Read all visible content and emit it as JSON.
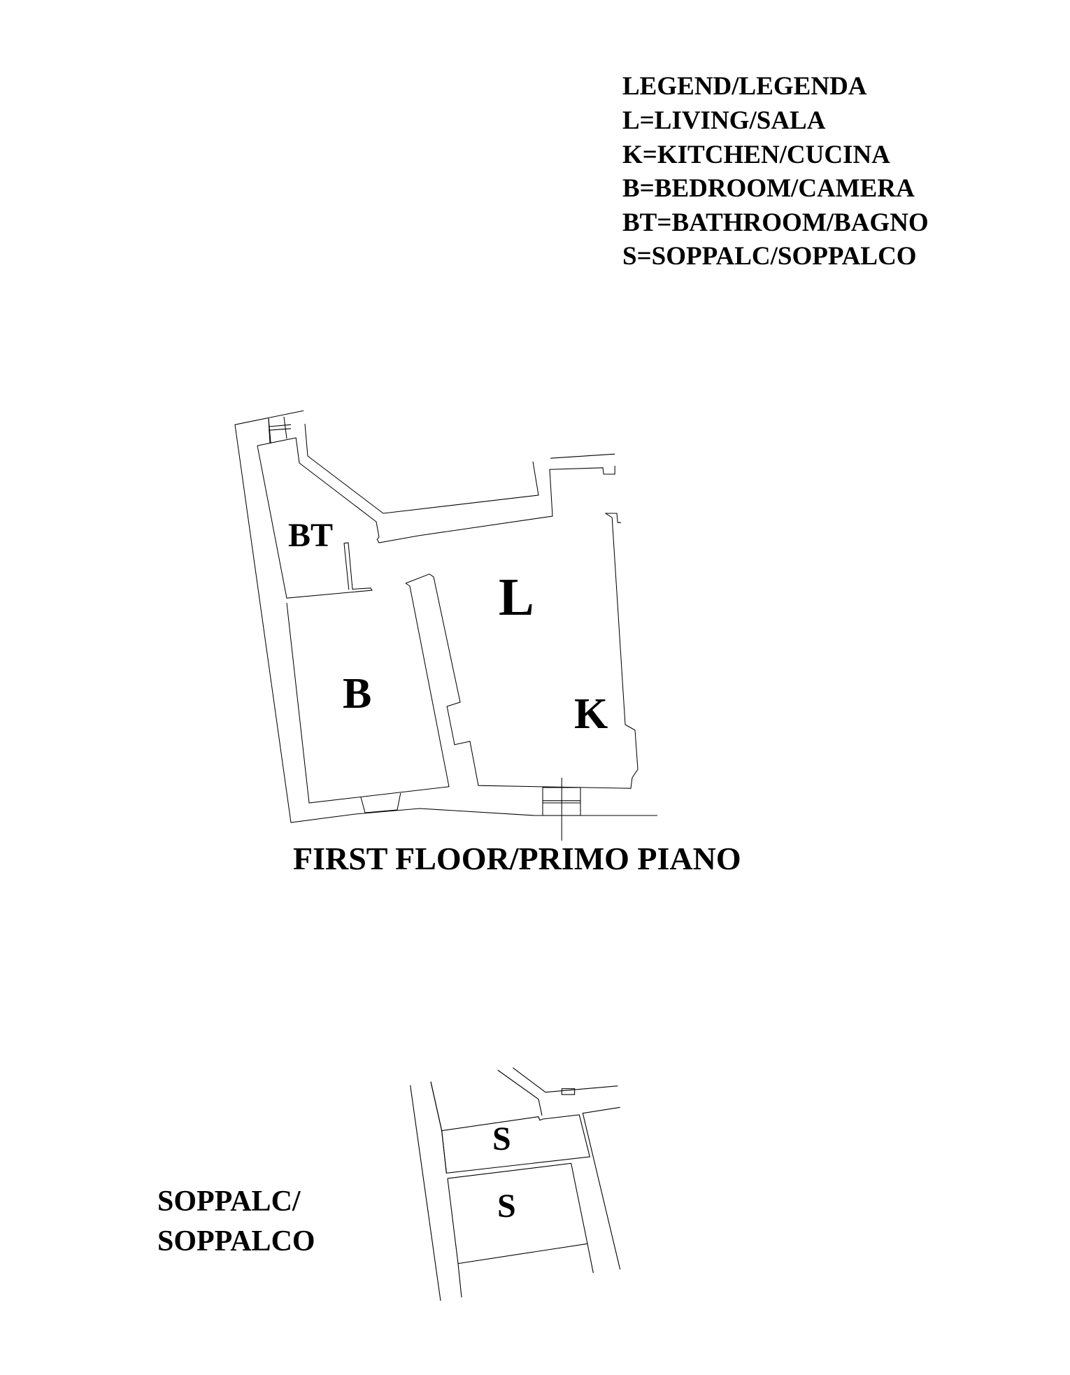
{
  "legend": {
    "title": "LEGEND/LEGENDA",
    "items": [
      "L=LIVING/SALA",
      "K=KITCHEN/CUCINA",
      "B=BEDROOM/CAMERA",
      "BT=BATHROOM/BAGNO",
      "S=SOPPALC/SOPPALCO"
    ]
  },
  "first_floor": {
    "title": "FIRST FLOOR/PRIMO PIANO",
    "rooms": {
      "bathroom": "BT",
      "living": "L",
      "bedroom": "B",
      "kitchen": "K"
    }
  },
  "mezzanine": {
    "title_line1": "SOPPALC/",
    "title_line2": "SOPPALCO",
    "rooms": [
      "S",
      "S"
    ]
  }
}
